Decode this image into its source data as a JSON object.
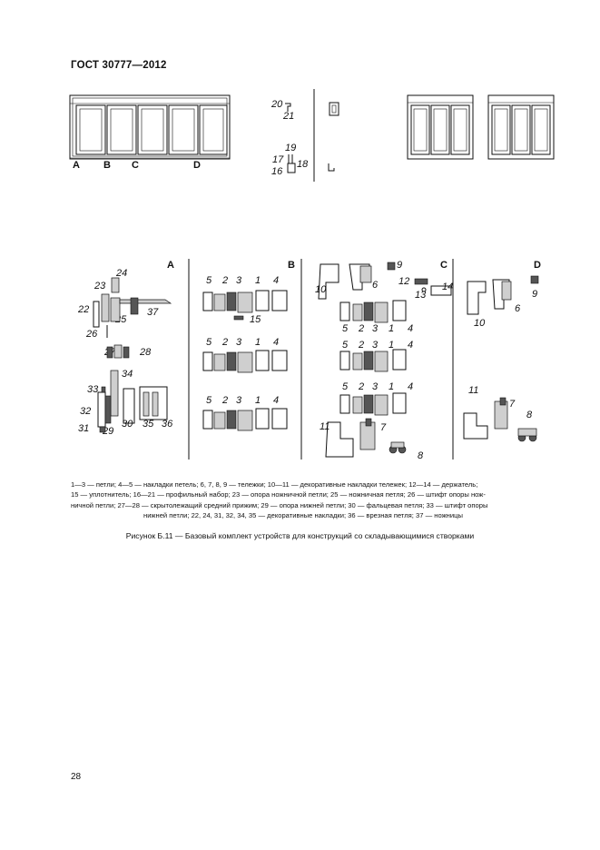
{
  "header": {
    "standard": "ГОСТ 30777—2012"
  },
  "top_schemes": {
    "section_labels": [
      "A",
      "B",
      "C",
      "D"
    ],
    "profile_numbers": [
      "20",
      "21",
      "19",
      "17",
      "18",
      "16"
    ]
  },
  "panels": {
    "A": {
      "title": "A",
      "numbers": [
        "24",
        "23",
        "22",
        "25",
        "26",
        "37",
        "27",
        "28",
        "34",
        "33",
        "32",
        "31",
        "29",
        "30",
        "35",
        "36"
      ]
    },
    "B": {
      "title": "B",
      "row1": [
        "5",
        "2",
        "3",
        "1",
        "4"
      ],
      "row1_extra": "15",
      "row2": [
        "5",
        "2",
        "3",
        "1",
        "4"
      ],
      "row3": [
        "5",
        "2",
        "3",
        "1",
        "4"
      ]
    },
    "C": {
      "title": "C",
      "numbers": [
        "9",
        "10",
        "6",
        "12",
        "14",
        "13",
        "11",
        "7",
        "8"
      ],
      "row1": [
        "5",
        "2",
        "3",
        "1",
        "4"
      ],
      "row2": [
        "5",
        "2",
        "3",
        "1",
        "4"
      ],
      "row3": [
        "5",
        "2",
        "3",
        "1",
        "4"
      ]
    },
    "D": {
      "title": "D",
      "numbers": [
        "9",
        "10",
        "6",
        "11",
        "7",
        "8"
      ]
    }
  },
  "legend": {
    "line1": "1—3 — петли; 4—5 — накладки петель; 6, 7, 8, 9 — тележки; 10—11 — декоративные накладки тележек; 12—14 — держатель;",
    "line2": "15 — уплотнитель; 16—21 — профильный набор; 23 — опора ножничной петли; 25 — ножничная петля; 26 — штифт опоры нож-",
    "line3": "ничной петли; 27—28 — скрытолежащий средний прижим; 29 — опора нижней петли; 30 — фальцевая петля; 33 — штифт опоры",
    "line4": "нижней петли; 22, 24, 31, 32, 34, 35 — декоративные накладки; 36 — врезная петля; 37 — ножницы"
  },
  "caption": "Рисунок  Б.11 — Базовый комплект устройств для конструкций со складывающимися створками",
  "page_number": "28"
}
